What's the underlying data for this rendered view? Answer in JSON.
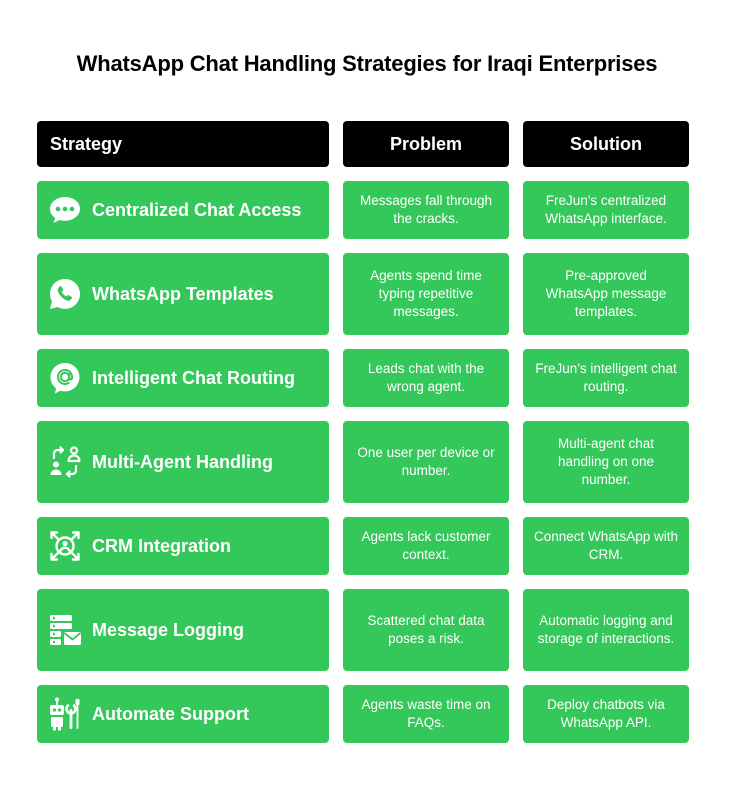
{
  "title": "WhatsApp Chat Handling Strategies for Iraqi Enterprises",
  "headers": {
    "strategy": "Strategy",
    "problem": "Problem",
    "solution": "Solution"
  },
  "rows": [
    {
      "icon": "speech-bubble-icon",
      "strategy": "Centralized Chat Access",
      "problem": "Messages fall through the cracks.",
      "solution": "FreJun's centralized WhatsApp interface."
    },
    {
      "icon": "whatsapp-icon",
      "strategy": "WhatsApp Templates",
      "problem": "Agents spend time typing repetitive messages.",
      "solution": "Pre-approved WhatsApp message templates."
    },
    {
      "icon": "at-sign-bubble-icon",
      "strategy": "Intelligent Chat Routing",
      "problem": "Leads chat with the wrong agent.",
      "solution": "FreJun's intelligent chat routing."
    },
    {
      "icon": "user-exchange-icon",
      "strategy": "Multi-Agent Handling",
      "problem": "One user per device or number.",
      "solution": "Multi-agent chat handling on one number."
    },
    {
      "icon": "crm-network-icon",
      "strategy": "CRM Integration",
      "problem": "Agents lack customer context.",
      "solution": "Connect WhatsApp with CRM."
    },
    {
      "icon": "server-mail-icon",
      "strategy": "Message Logging",
      "problem": "Scattered chat data poses a risk.",
      "solution": "Automatic logging and storage of interactions."
    },
    {
      "icon": "robot-tools-icon",
      "strategy": "Automate Support",
      "problem": "Agents waste time on FAQs.",
      "solution": "Deploy chatbots via WhatsApp API."
    }
  ]
}
